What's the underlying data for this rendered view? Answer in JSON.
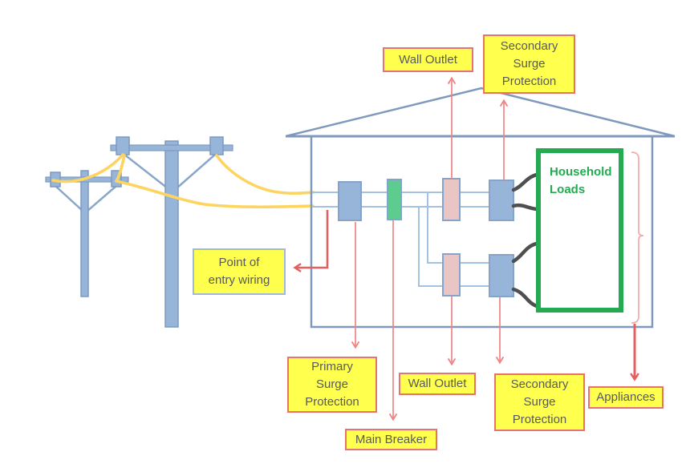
{
  "labels": {
    "wall_outlet_top": "Wall Outlet",
    "secondary_surge_top": "Secondary\nSurge\nProtection",
    "point_of_entry": "Point of\nentry wiring",
    "primary_surge": "Primary\nSurge\nProtection",
    "main_breaker": "Main Breaker",
    "wall_outlet_bottom": "Wall Outlet",
    "secondary_surge_bottom": "Secondary\nSurge\nProtection",
    "appliances": "Appliances",
    "household_loads": "Household\nLoads"
  },
  "colors": {
    "label_fill": "#ffff4d",
    "label_border_red": "#e8726e",
    "entry_label_border": "#a3b8d6",
    "label_text": "#595959",
    "component_blue": "#97b5d8",
    "component_green": "#5ecb90",
    "component_pink": "#e9c6c4",
    "outline_blue": "#7e99bd",
    "inner_wire_blue": "#a3c1e0",
    "wire_yellow": "#fcd45f",
    "wire_black": "#4f4f4f",
    "arrow_red_thin": "#ef8585",
    "arrow_red_strong": "#e45f5f",
    "bracket_pink": "#f2aeab",
    "household_green": "#24ab52"
  }
}
